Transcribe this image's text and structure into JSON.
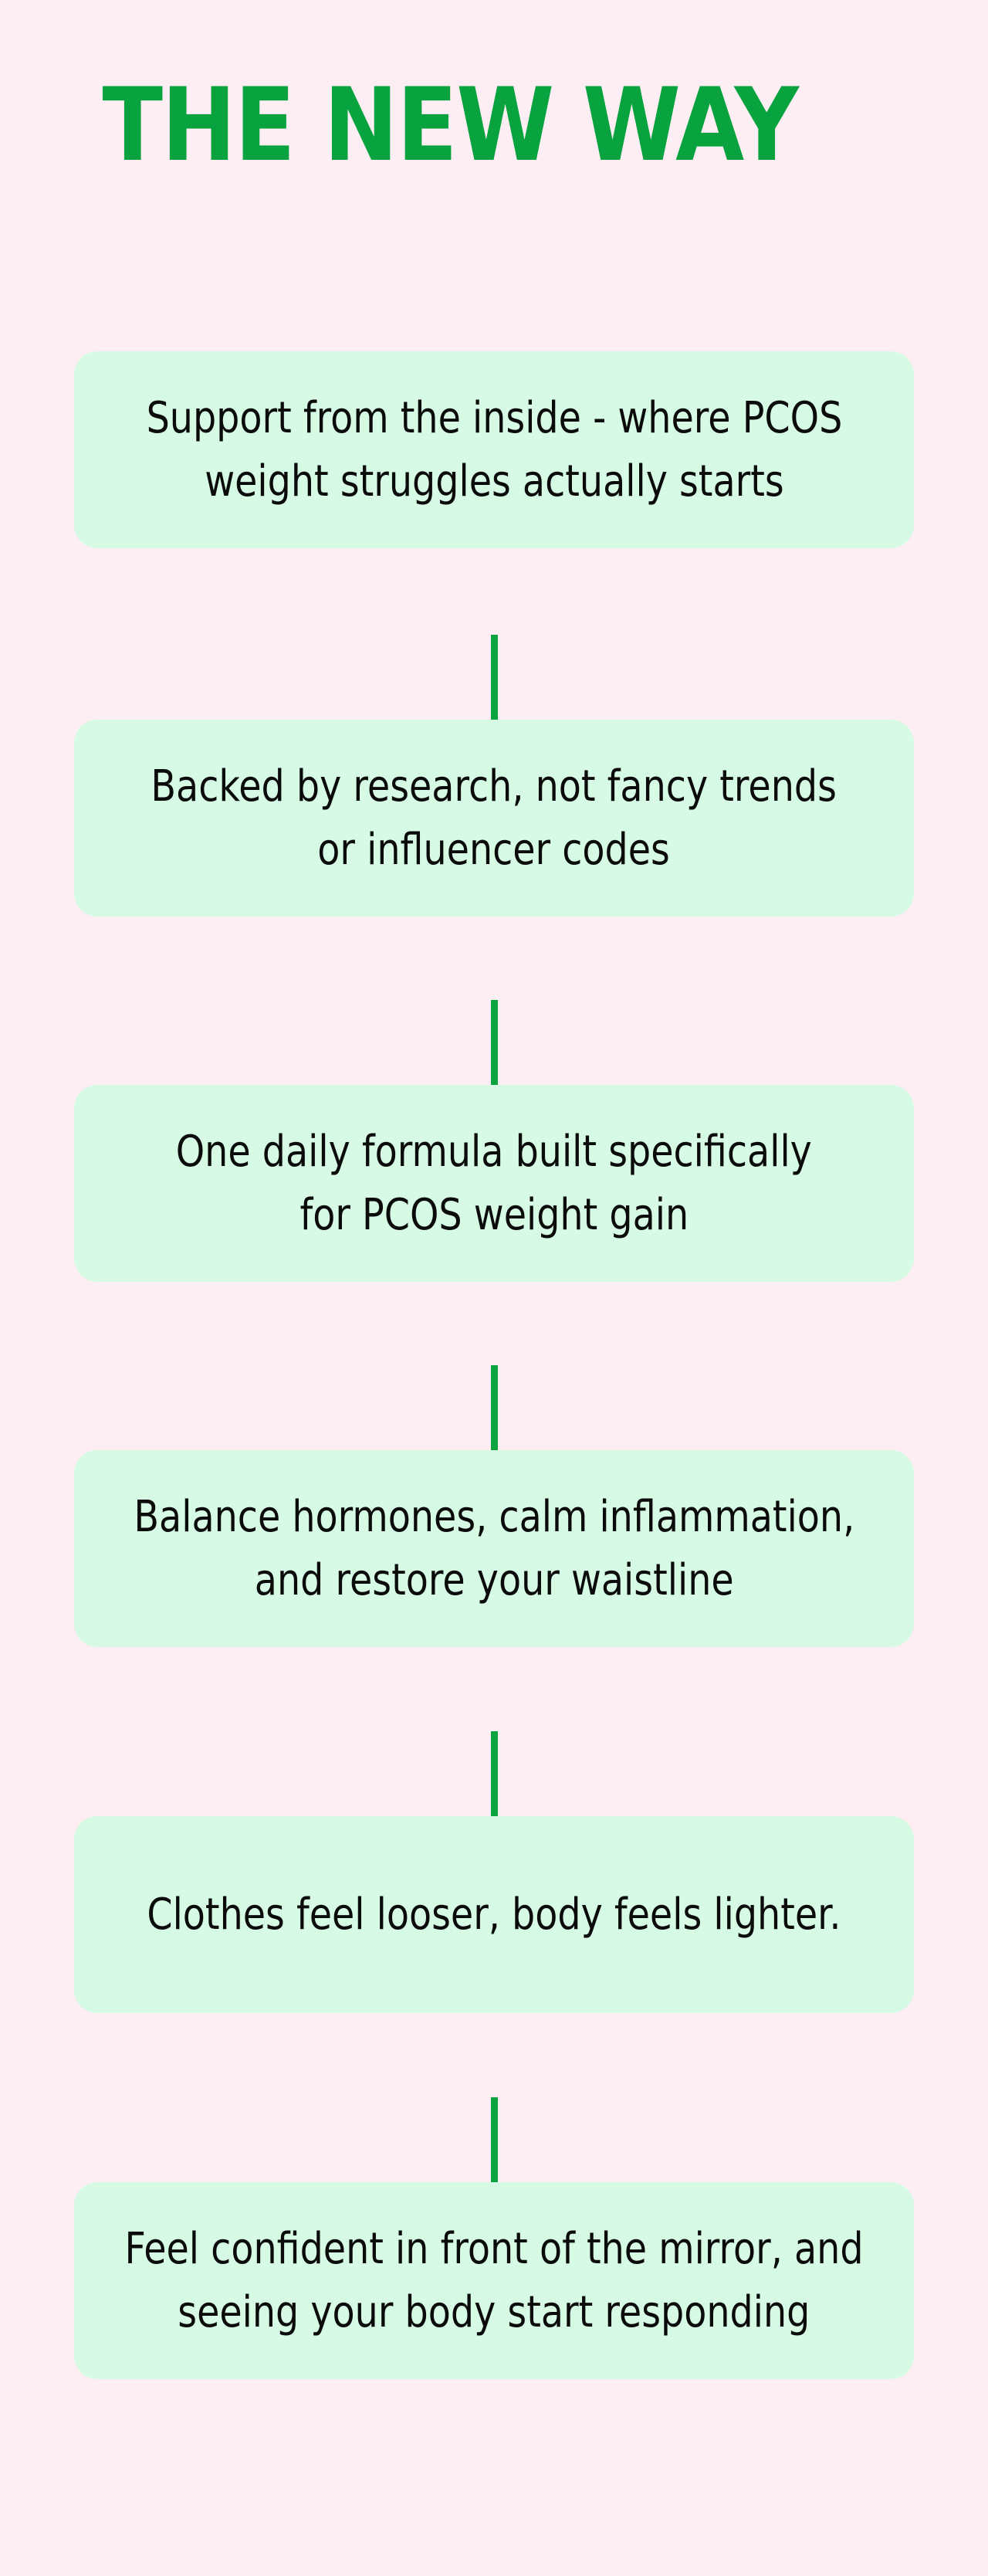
{
  "title": {
    "text": "THE NEW WAY"
  },
  "colors": {
    "background": "#fdeef4",
    "card": "#d6fae4",
    "accent_green": "#08a23e",
    "text": "#0b0b0b"
  },
  "steps": [
    {
      "line1": "Support from the inside - where PCOS",
      "line2": "weight struggles actually starts"
    },
    {
      "line1": "Backed by research, not fancy trends",
      "line2": "or influencer codes"
    },
    {
      "line1": "One daily formula built specifically",
      "line2": "for PCOS weight gain"
    },
    {
      "line1": "Balance hormones, calm inflammation,",
      "line2": "and restore your waistline"
    },
    {
      "line1": "Clothes feel looser, body feels lighter."
    },
    {
      "line1": "Feel confident in front of the mirror, and",
      "line2": "seeing your body start responding"
    }
  ]
}
